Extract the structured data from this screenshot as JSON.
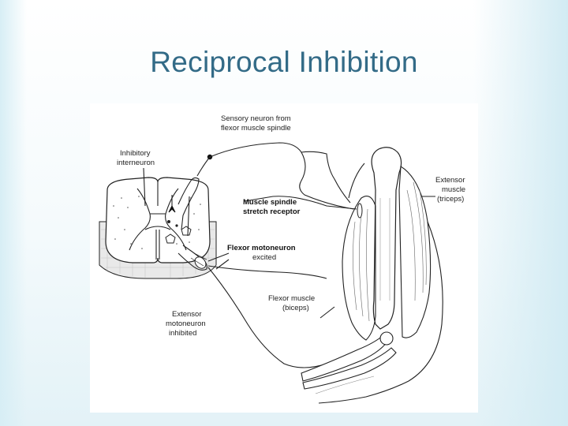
{
  "slide": {
    "title": "Reciprocal Inhibition"
  },
  "figure": {
    "labels": {
      "sensory_neuron_line1": "Sensory neuron from",
      "sensory_neuron_line2": "flexor muscle spindle",
      "inhibitory_line1": "Inhibitory",
      "inhibitory_line2": "interneuron",
      "spindle_line1": "Muscle spindle",
      "spindle_line2": "stretch receptor",
      "flexor_moto_line1": "Flexor motoneuron",
      "flexor_moto_line2": "excited",
      "extensor_moto_line1": "Extensor",
      "extensor_moto_line2": "motoneuron",
      "extensor_moto_line3": "inhibited",
      "extensor_muscle_line1": "Extensor",
      "extensor_muscle_line2": "muscle",
      "extensor_muscle_line3": "(triceps)",
      "flexor_muscle_line1": "Flexor muscle",
      "flexor_muscle_line2": "(biceps)"
    }
  }
}
